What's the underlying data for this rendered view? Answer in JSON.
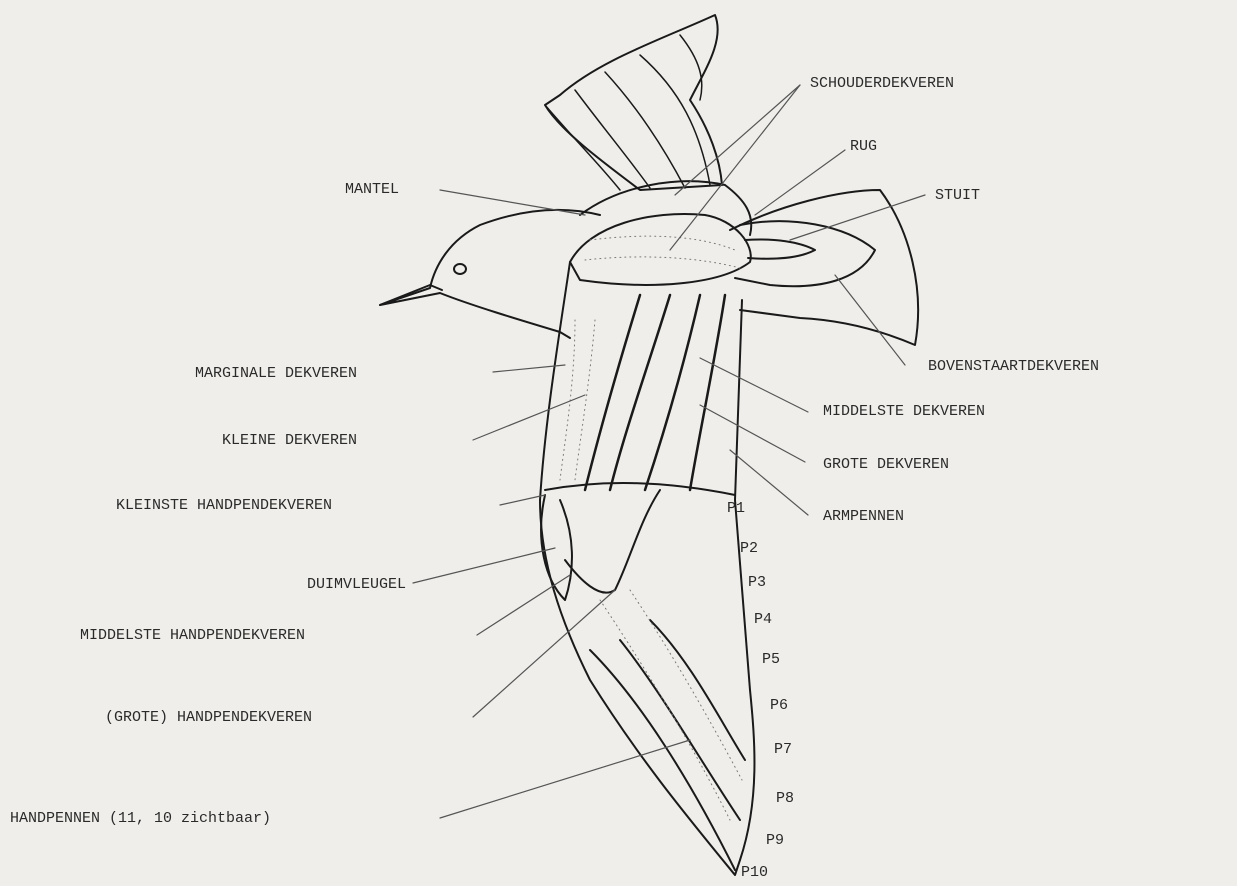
{
  "labels": {
    "schouderdekveren": "SCHOUDERDEKVEREN",
    "rug": "RUG",
    "stuit": "STUIT",
    "mantel": "MANTEL",
    "bovenstaartdekveren": "BOVENSTAARTDEKVEREN",
    "marginale_dekveren": "MARGINALE DEKVEREN",
    "middelste_dekveren": "MIDDELSTE DEKVEREN",
    "kleine_dekveren": "KLEINE DEKVEREN",
    "grote_dekveren": "GROTE DEKVEREN",
    "kleinste_handpendekveren": "KLEINSTE HANDPENDEKVEREN",
    "armpennen": "ARMPENNEN",
    "duimvleugel": "DUIMVLEUGEL",
    "middelste_handpendekveren": "MIDDELSTE HANDPENDEKVEREN",
    "grote_handpendekveren": "(GROTE) HANDPENDEKVEREN",
    "handpennen": "HANDPENNEN (11, 10 zichtbaar)"
  },
  "primaries": [
    "P1",
    "P2",
    "P3",
    "P4",
    "P5",
    "P6",
    "P7",
    "P8",
    "P9",
    "P10"
  ],
  "colors": {
    "ink": "#1a1a1a",
    "paper": "#efeeea",
    "stipple": "#777777"
  }
}
